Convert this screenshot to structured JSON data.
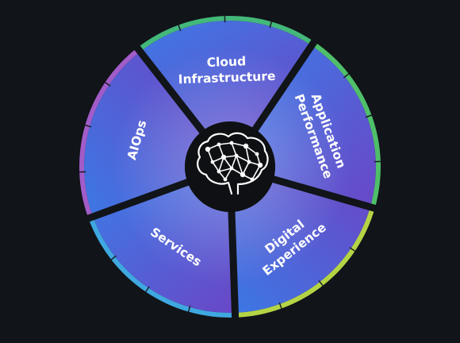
{
  "diagram": {
    "center_icon": "brain-network-icon",
    "segments": [
      {
        "name": "application-performance",
        "lines": [
          "Application",
          "Performance"
        ],
        "rim_color": "#4fbf6a"
      },
      {
        "name": "digital-experience",
        "lines": [
          "Digital",
          "Experience"
        ],
        "rim_color": "#b5d445"
      },
      {
        "name": "services",
        "lines": [
          "Services"
        ],
        "rim_color": "#3fa8e0"
      },
      {
        "name": "aiops",
        "lines": [
          "AIOps"
        ],
        "rim_color": "#a25cc9"
      },
      {
        "name": "cloud-infrastructure",
        "lines": [
          "Cloud",
          "Infrastructure"
        ],
        "rim_color": "#43b87a"
      }
    ],
    "colors": {
      "background": "#111418",
      "segment_blue": "#3f6fe0",
      "segment_purple": "#6b48c8",
      "center": "#0f1013",
      "divider": "#111418"
    }
  }
}
